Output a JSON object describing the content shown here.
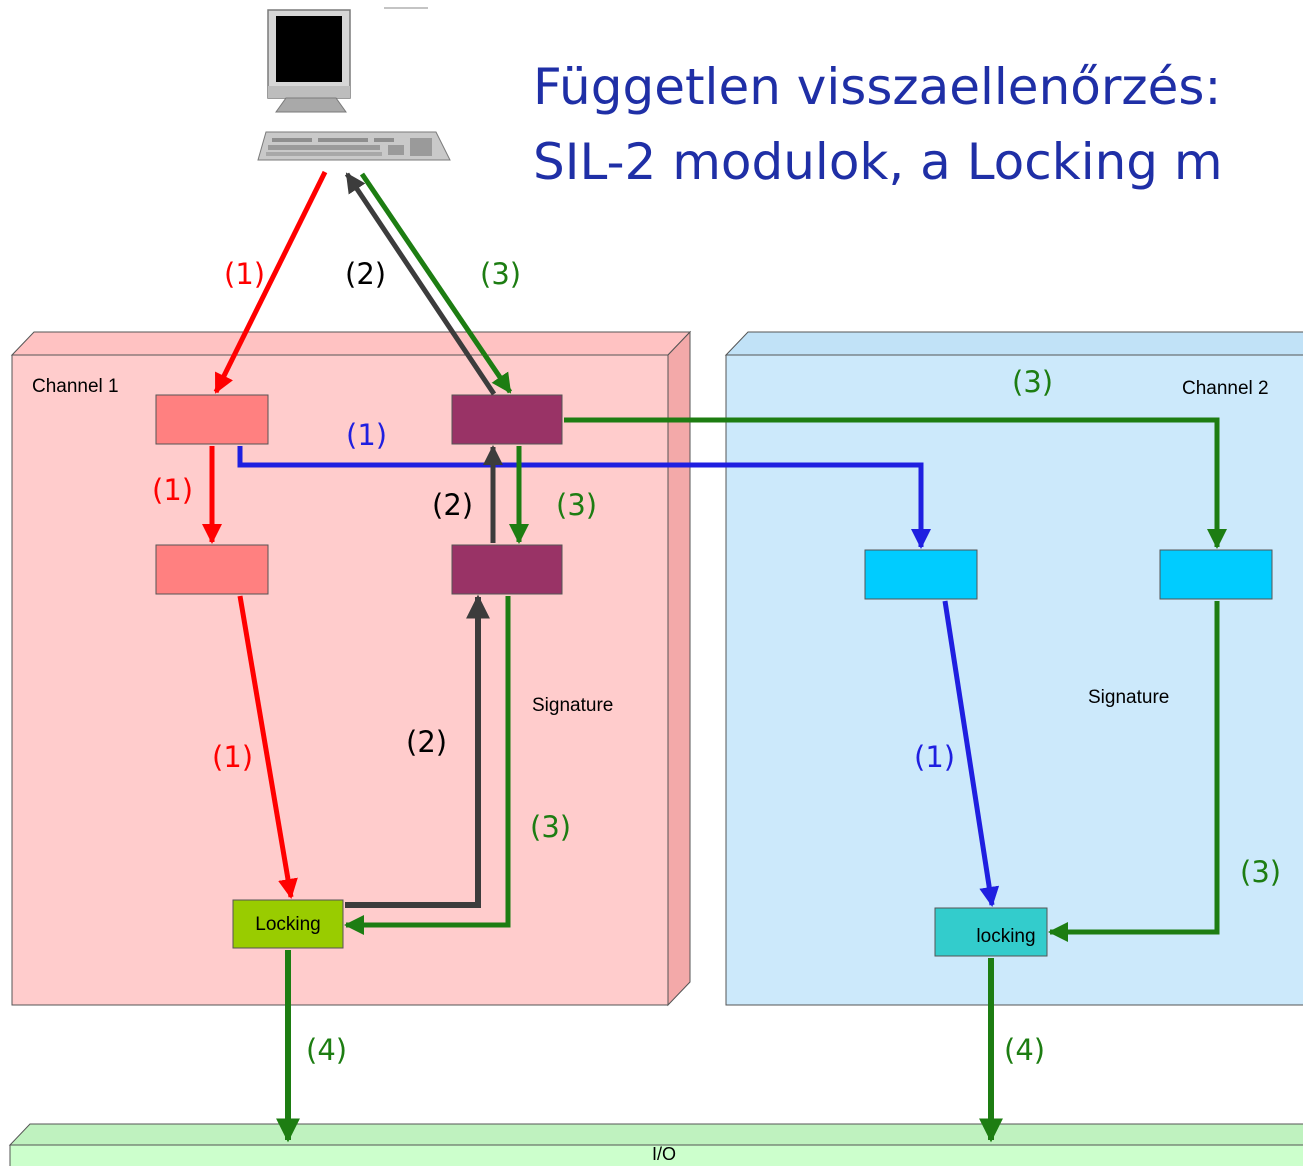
{
  "title": {
    "line1": "Független visszaellenőrzés:",
    "line2": "SIL-2 modulok, a Locking m"
  },
  "channel1": {
    "label": "Channel 1",
    "signature": "Signature",
    "locking": "Locking"
  },
  "channel2": {
    "label": "Channel 2",
    "signature": "Signature",
    "locking": "locking"
  },
  "io": {
    "label": "I/O"
  },
  "step_labels": {
    "s1": "(1)",
    "s2": "(2)",
    "s3": "(3)",
    "s4": "(4)"
  },
  "colors": {
    "step1_ch1": "#ff0000",
    "step1_ch2": "#1f1fe0",
    "step2": "#3c3c3c",
    "step3": "#1d7d12",
    "step4": "#1d7d12",
    "channel1_bg": "#ffcccc",
    "channel2_bg": "#cce9fb",
    "io_bg": "#ccffcc",
    "title": "#1f2fa6"
  }
}
